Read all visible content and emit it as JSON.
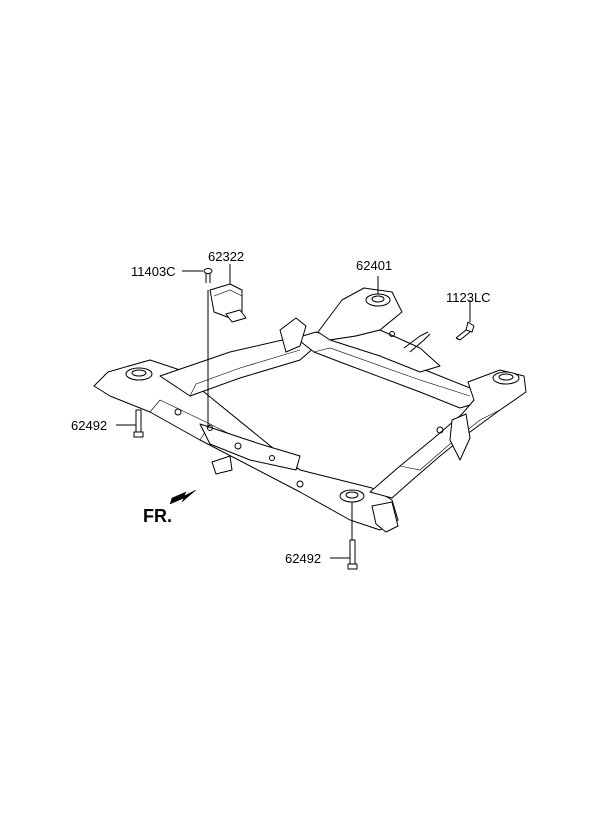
{
  "diagram": {
    "labels": {
      "bracket": "62322",
      "bracket_bolt": "11403C",
      "crossmember": "62401",
      "bolt_right": "1123LC",
      "bolt_left": "62492",
      "bolt_front": "62492"
    },
    "direction_indicator": "FR."
  }
}
